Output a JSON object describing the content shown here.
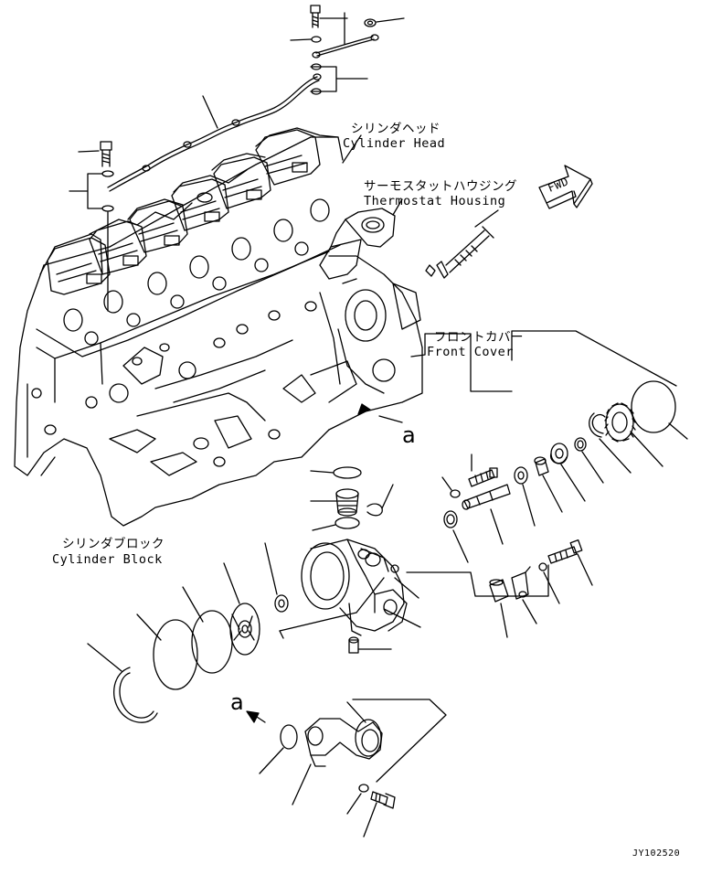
{
  "labels": {
    "cylinder_head_jp": "シリンダヘッド",
    "cylinder_head_en": "Cylinder Head",
    "thermostat_jp": "サーモスタットハウジング",
    "thermostat_en": "Thermostat Housing",
    "front_cover_jp": "フロントカバー",
    "front_cover_en": "Front Cover",
    "cylinder_block_jp": "シリンダブロック",
    "cylinder_block_en": "Cylinder Block",
    "fwd": "FWD",
    "view_marker_upper": "a",
    "view_marker_lower": "a",
    "drawing_code": "JY102520"
  }
}
